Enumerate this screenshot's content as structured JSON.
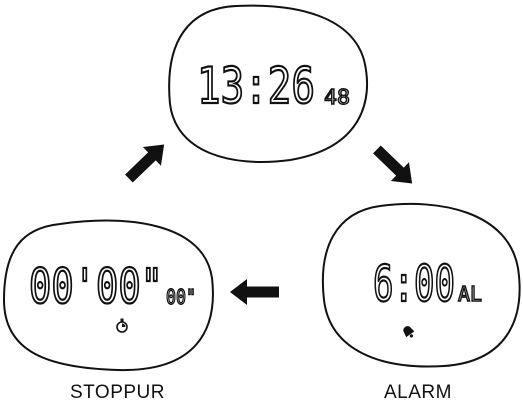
{
  "screens": {
    "clock": {
      "time": "13:26",
      "seconds": "48"
    },
    "alarm": {
      "time": "6:00",
      "indicator": "AL",
      "icon": "bell-icon"
    },
    "stopwatch": {
      "time": "00'00\"",
      "hundredths": "00\"",
      "icon": "stopwatch-icon"
    }
  },
  "labels": {
    "stopwatch": "STOPPUR",
    "alarm": "ALARM"
  },
  "arrows": [
    "clock-to-alarm",
    "alarm-to-stopwatch",
    "stopwatch-to-clock"
  ],
  "colors": {
    "ink": "#111111",
    "background": "#ffffff"
  }
}
